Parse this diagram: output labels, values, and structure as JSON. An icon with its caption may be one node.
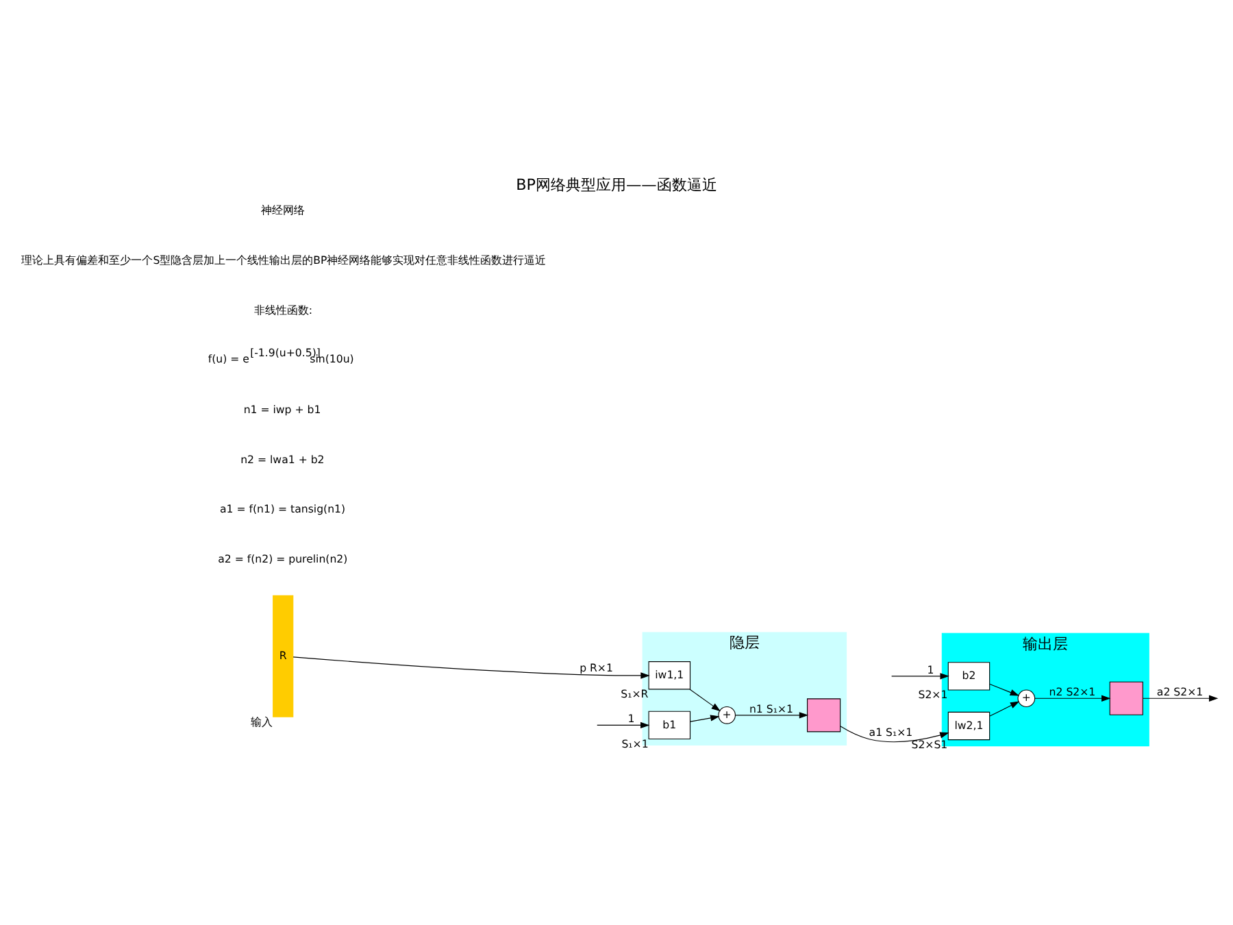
{
  "diagram": {
    "title": "BP网络典型应用——函数逼近",
    "nodes": [
      {
        "text": [
          "隐层"
        ]
      },
      {
        "text": [
          "输出层"
        ]
      },
      {
        "text": [
          "R"
        ],
        "beside": [
          "输入"
        ]
      },
      {
        "text": [
          "iw1,1"
        ],
        "in": 0,
        "beside": [
          "S₁×R"
        ]
      },
      {
        "text": [
          "b1"
        ],
        "in": 0,
        "beside": [
          "S₁×1"
        ]
      },
      {
        "text": [
          "+"
        ],
        "in": 0
      },
      {
        "text": [],
        "shape": "box",
        "in": 0
      },
      {
        "text": [
          "lw2,1"
        ],
        "in": 1,
        "beside": [
          "S2×S1"
        ]
      },
      {
        "text": [
          "b2"
        ],
        "in": 1,
        "beside": [
          "S2×1"
        ]
      },
      {
        "text": [
          "+"
        ],
        "in": 1
      },
      {
        "text": [],
        "shape": "box",
        "in": 1
      }
    ],
    "edges": [
      {
        "from": 2,
        "to": 3,
        "arrow": "to",
        "label": "p R×1"
      },
      {
        "from": null,
        "to": 4,
        "arrow": "to",
        "label": "1"
      },
      {
        "from": 3,
        "to": 5,
        "arrow": "to"
      },
      {
        "from": 4,
        "to": 5,
        "arrow": "to"
      },
      {
        "from": 5,
        "to": 6,
        "arrow": "to",
        "label": "n1 S₁×1"
      },
      {
        "from": 6,
        "to": 7,
        "arrow": "to",
        "label": "a1 S₁×1"
      },
      {
        "from": null,
        "to": 8,
        "arrow": "to",
        "label": "1"
      },
      {
        "from": 7,
        "to": 9,
        "arrow": "to"
      },
      {
        "from": 8,
        "to": 9,
        "arrow": "to"
      },
      {
        "from": 9,
        "to": 10,
        "arrow": "to",
        "label": "n2 S2×1"
      },
      {
        "from": 10,
        "to": null,
        "arrow": "to",
        "label": "a2 S2×1"
      }
    ],
    "labels": [
      "神经网络",
      "理论上具有偏差和至少一个S型隐含层加上一个线性输出层的BP神经网络能够实现对任意非线性函数进行逼近",
      "非线性函数:",
      "f(u) = e$^{[-1.9(u+0.5)]}$ sin(10u)",
      "n1 = iwp + b1",
      "n2 = lwa1 + b2",
      "a1 = f(n1) = tansig(n1)",
      "a2 = f(n2) = purelin(n2)"
    ]
  }
}
